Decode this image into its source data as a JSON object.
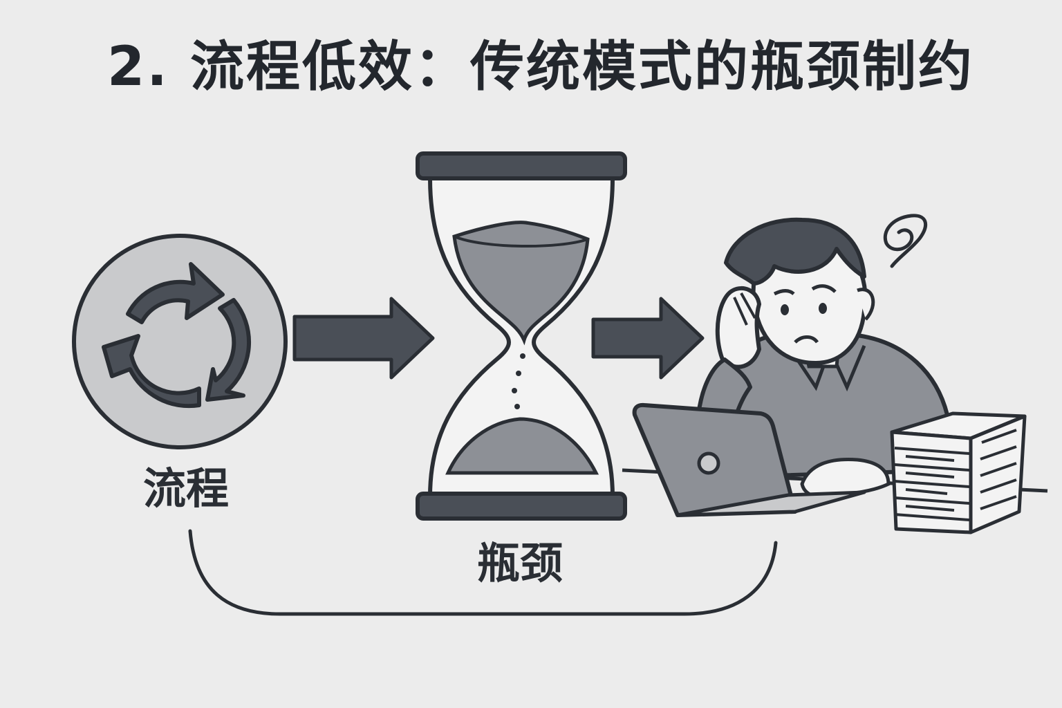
{
  "title": "2. 流程低效：传统模式的瓶颈制约",
  "labels": {
    "process": "流程",
    "bottleneck": "瓶颈"
  },
  "icons": {
    "process": "cycle-arrows-icon",
    "bottleneck": "hourglass-icon",
    "result": "stressed-worker-icon",
    "dizzy": "dizzy-spiral-icon",
    "laptop": "laptop-icon",
    "papers": "paper-stack-icon"
  },
  "colors": {
    "background": "#ececec",
    "ink": "#2a2e34",
    "dark_fill": "#4a4f57",
    "mid_fill": "#8d9096",
    "light_fill": "#c9cacc"
  }
}
